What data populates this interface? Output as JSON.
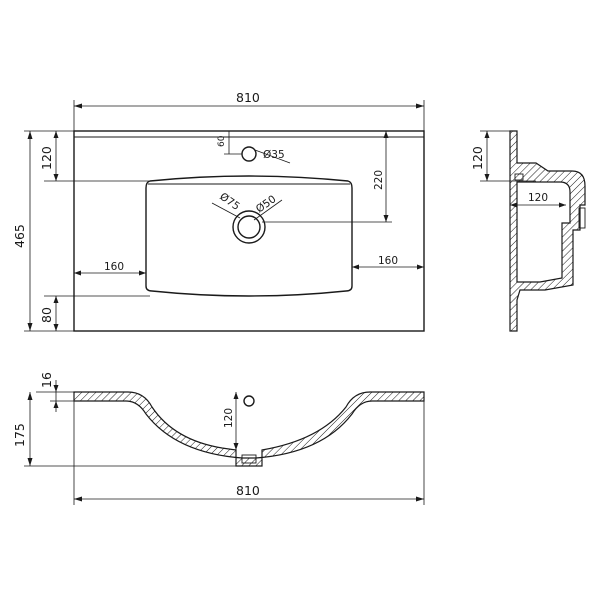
{
  "top_view": {
    "width": "810",
    "depth": "465",
    "front_margin": "120",
    "rear_margin": "80",
    "left_offset": "160",
    "right_offset": "160",
    "basin_depth": "220",
    "tap_offset": "60",
    "tap_hole": "Ø35",
    "drain_outer": "Ø75",
    "drain_inner": "Ø50"
  },
  "side_view": {
    "height": "120",
    "inner_offset": "120"
  },
  "front_section": {
    "rim": "16",
    "height": "175",
    "bowl_depth": "120",
    "width": "810"
  }
}
